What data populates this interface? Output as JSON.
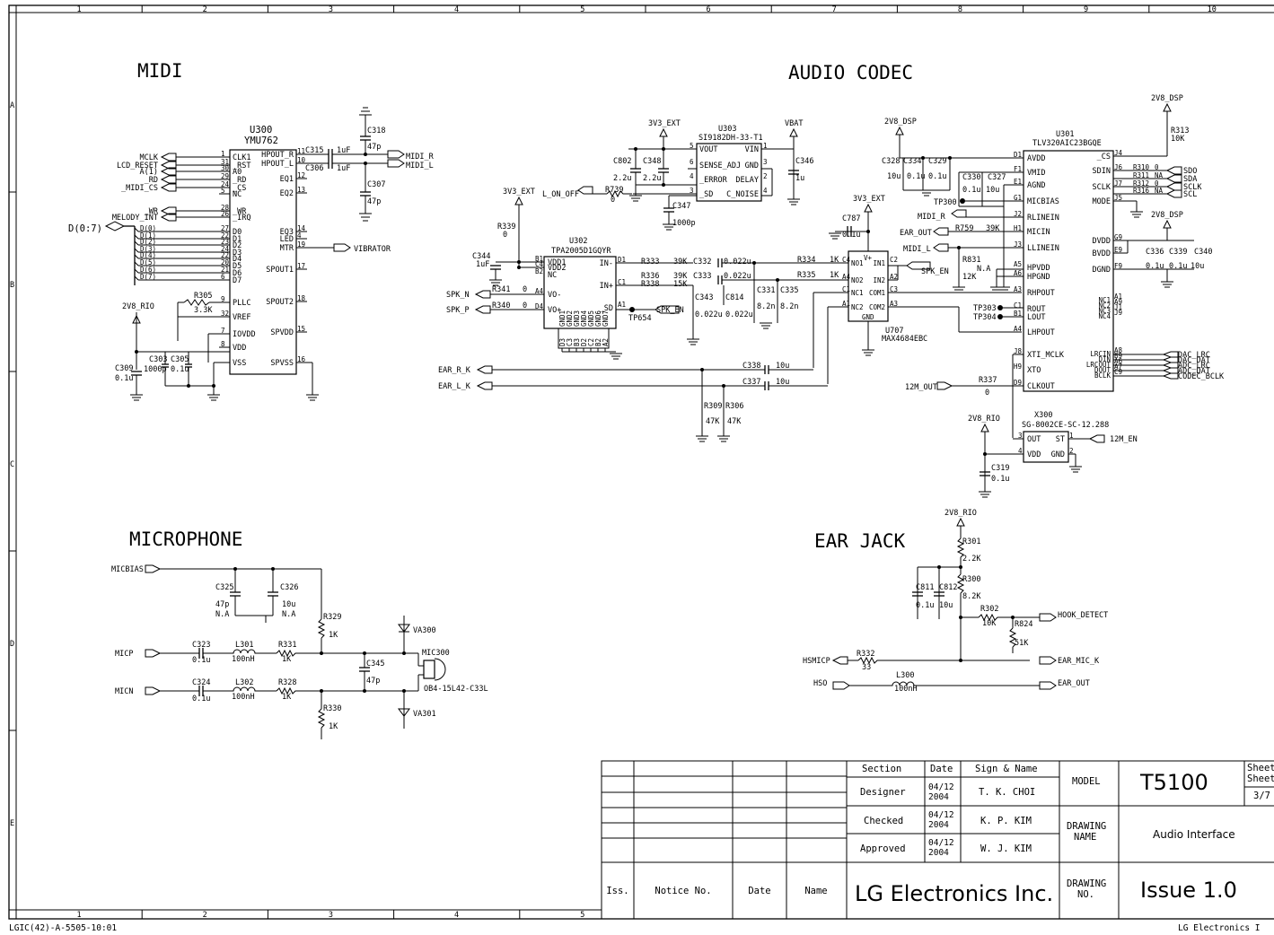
{
  "border": {
    "cols": [
      "1",
      "2",
      "3",
      "4",
      "5",
      "6",
      "7",
      "8",
      "9",
      "10"
    ],
    "rows": [
      "A",
      "B",
      "C",
      "D",
      "E"
    ],
    "left_ref": "LGIC(42)-A-5505-10:01",
    "right_ref": "LG Electronics I"
  },
  "sections": {
    "midi": "MIDI",
    "codec": "AUDIO CODEC",
    "mic": "MICROPHONE",
    "ear": "EAR JACK"
  },
  "midi": {
    "ref": "U300",
    "part": "YMU762",
    "pins_left": [
      "CLK1",
      "_RST",
      "A0",
      "_RD",
      "_CS",
      "NC",
      "_WR",
      "_IRQ",
      "D0",
      "D1",
      "D2",
      "D3",
      "D4",
      "D5",
      "D6",
      "D7",
      "PLLC",
      "VREF",
      "IOVDD",
      "VDD",
      "VSS"
    ],
    "pin_nums_left": [
      "1",
      "31",
      "30",
      "29",
      "24",
      "5",
      "28",
      "26",
      "27",
      "22",
      "23",
      "24",
      "22",
      "20",
      "21",
      "6",
      "9",
      "32",
      "7",
      "8"
    ],
    "pins_right": [
      "HPOUT_R",
      "HPOUT_L",
      "EQ1",
      "EQ2",
      "EQ3",
      "LED",
      "MTR",
      "SPOUT1",
      "SPOUT2",
      "SPVDD",
      "SPVSS"
    ],
    "pin_nums_right": [
      "11",
      "10",
      "12",
      "13",
      "14",
      "4",
      "19",
      "17",
      "18",
      "15",
      "16"
    ],
    "nets_in": [
      "MCLK",
      "LCD_RESET",
      "A(1)",
      "_RD",
      "_MIDI_CS",
      "_WR",
      "MELODY_INT"
    ],
    "data_bus": "D(0:7)",
    "bus_bits": [
      "D(0)",
      "D(1)",
      "D(2)",
      "D(3)",
      "D(4)",
      "D(5)",
      "D(6)",
      "D(7)"
    ],
    "supply": "2V8_RIO",
    "r305": {
      "ref": "R305",
      "val": "3.3K"
    },
    "c309": {
      "ref": "C309",
      "val": "0.1u"
    },
    "c303": {
      "ref": "C303",
      "val": "1000p"
    },
    "c305": {
      "ref": "C305",
      "val": "0.1u"
    },
    "c315": {
      "ref": "C315",
      "val": "1uF"
    },
    "c306": {
      "ref": "C306",
      "val": "1uF"
    },
    "c318": {
      "ref": "C318",
      "val": "47p"
    },
    "c307": {
      "ref": "C307",
      "val": "47p"
    },
    "midi_r": "MIDI_R",
    "midi_l": "MIDI_L",
    "vibrator": "VIBRATOR"
  },
  "codec": {
    "u303_ref": "U303",
    "u303_part": "SI9182DH-33-T1",
    "u303_pins": [
      "VOUT",
      "VIN",
      "SENSE_ADJ",
      "GND",
      "_ERROR",
      "DELAY",
      "_SD",
      "C_NOISE"
    ],
    "u303_nums": [
      "5",
      "1",
      "6",
      "3",
      "4",
      "2",
      "3",
      "4"
    ],
    "v3v3": "3V3_EXT",
    "vbat": "VBAT",
    "c802": {
      "ref": "C802",
      "val": "2.2u"
    },
    "c348": {
      "ref": "C348",
      "val": "2.2u"
    },
    "c347": {
      "ref": "C347",
      "val": "1000p"
    },
    "c346": {
      "ref": "C346",
      "val": "1u"
    },
    "l_on_off": "L_ON_OFF",
    "r739": {
      "ref": "R739",
      "val": "0"
    },
    "u302_ref": "U302",
    "u302_part": "TPA2005D1GQYR",
    "u302_pins_l": [
      "VDD1",
      "VDD2",
      "NC",
      "VO-",
      "VO+"
    ],
    "u302_nums_l": [
      "B1",
      "C4",
      "B2",
      "A4",
      "D4"
    ],
    "u302_pins_r": [
      "IN-",
      "IN+",
      "_SD"
    ],
    "u302_nums_r": [
      "D1",
      "C1",
      "A1"
    ],
    "u302_gnd": [
      "GND1",
      "GND2",
      "GND3",
      "GND4",
      "GND5",
      "GND6",
      "GND7"
    ],
    "u302_gnd_nums": [
      "D3",
      "C3",
      "B3",
      "D2",
      "C2",
      "B2",
      "A2"
    ],
    "r339": {
      "ref": "R339",
      "val": "0"
    },
    "c344": {
      "ref": "C344",
      "val": "1uF"
    },
    "spk_n": "SPK_N",
    "spk_p": "SPK_P",
    "r341": {
      "ref": "R341",
      "val": "0"
    },
    "r340": {
      "ref": "R340",
      "val": "0"
    },
    "tp654": "TP654",
    "spk_en": "SPK_EN",
    "r333": {
      "ref": "R333",
      "val": "39K"
    },
    "r336": {
      "ref": "R336",
      "val": "39K"
    },
    "r338": {
      "ref": "R338",
      "val": "15K"
    },
    "c332": {
      "ref": "C332",
      "val": "0.022u"
    },
    "c333": {
      "ref": "C333",
      "val": "0.022u"
    },
    "c343": {
      "ref": "C343",
      "val": "0.022u"
    },
    "c814": {
      "ref": "C814",
      "val": "0.022u"
    },
    "c331": {
      "ref": "C331",
      "val": "8.2n"
    },
    "c335": {
      "ref": "C335",
      "val": "8.2n"
    },
    "r334": {
      "ref": "R334",
      "val": "1K"
    },
    "r335": {
      "ref": "R335",
      "val": "1K"
    },
    "u707_ref": "U707",
    "u707_part": "MAX4684EBC",
    "u707_pins_l": [
      "NO1",
      "NO2",
      "NC1",
      "NC2"
    ],
    "u707_nums_l": [
      "C4",
      "A4",
      "C1",
      "A1"
    ],
    "u707_pins_r": [
      "IN1",
      "IN2",
      "COM1",
      "COM2"
    ],
    "u707_nums_r": [
      "C2",
      "A2",
      "C3",
      "A3"
    ],
    "u707_v": "V+",
    "u707_g": "GND",
    "c787": {
      "ref": "C787",
      "val": "0.1u"
    },
    "v3v3b": "3V3_EXT",
    "v2v8dsp": "2V8_DSP",
    "c328": {
      "ref": "C328",
      "val": "10u"
    },
    "c334": {
      "ref": "C334",
      "val": "0.1u"
    },
    "c329": {
      "ref": "C329",
      "val": "0.1u"
    },
    "c330": {
      "ref": "C330",
      "val": "0.1u"
    },
    "c327": {
      "ref": "C327",
      "val": "10u"
    },
    "tp300": "TP300",
    "midi_r_in": "MIDI_R",
    "ear_out_in": "EAR_OUT",
    "midi_l_in": "MIDI_L",
    "r759": {
      "ref": "R759",
      "val": "39K"
    },
    "r831": {
      "ref": "R831",
      "val": "12K"
    },
    "na": "N.A",
    "tp303": "TP303",
    "tp304": "TP304",
    "u301_ref": "U301",
    "u301_part": "TLV320AIC23BGQE",
    "u301_pins_l": [
      "AVDD",
      "VMID",
      "AGND",
      "MICBIAS",
      "RLINEIN",
      "MICIN",
      "LLINEIN",
      "HPVDD",
      "HPGND",
      "RHPOUT",
      "ROUT",
      "LOUT",
      "LHPOUT",
      "XTI_MCLK",
      "XTO",
      "CLKOUT"
    ],
    "u301_nums_l": [
      "D1",
      "F1",
      "E1",
      "G1",
      "J2",
      "H1",
      "J3",
      "A5",
      "A6",
      "A3",
      "C1",
      "B1",
      "A4",
      "J8",
      "H9",
      "D9"
    ],
    "u301_pins_r": [
      "_CS",
      "SDIN",
      "SCLK",
      "MODE",
      "DVDD",
      "BVDD",
      "DGND",
      "NC1",
      "NC2",
      "NC3",
      "NC4",
      "LRCIN",
      "DIN",
      "LRCOUT",
      "DOUT",
      "BCLK"
    ],
    "u301_nums_r": [
      "J4",
      "J6",
      "J7",
      "J5",
      "G9",
      "E9",
      "F9",
      "A1",
      "A9",
      "J1",
      "J9",
      "A8",
      "B9",
      "A6",
      "A7",
      "C9"
    ],
    "r313": {
      "ref": "R313",
      "val": "10K"
    },
    "sdo": "SDO",
    "sda": "SDA",
    "sclk": "SCLK",
    "scl": "SCL",
    "r310": {
      "ref": "R310",
      "val": "0"
    },
    "r311": {
      "ref": "R311",
      "val": "NA"
    },
    "r312": {
      "ref": "R312",
      "val": "0"
    },
    "r316": {
      "ref": "R316",
      "val": "NA"
    },
    "c336": {
      "ref": "C336",
      "val": "0.1u"
    },
    "c339": {
      "ref": "C339",
      "val": "0.1u"
    },
    "c340": {
      "ref": "C340",
      "val": "10u"
    },
    "dac_lrc": "DAC_LRC",
    "dac_dat": "DAC_DAT",
    "adc_lrc": "ADC_LRC",
    "adc_dat": "ADC_DAT",
    "codec_bclk": "CODEC_BCLK",
    "ear_r_k": "EAR_R_K",
    "ear_l_k": "EAR_L_K",
    "c338": {
      "ref": "C338",
      "val": "10u"
    },
    "c337": {
      "ref": "C337",
      "val": "10u"
    },
    "r309": {
      "ref": "R309",
      "val": "47K"
    },
    "r306": {
      "ref": "R306",
      "val": "47K"
    },
    "m12_out": "12M_OUT",
    "r337": {
      "ref": "R337",
      "val": "0"
    },
    "v2v8rio": "2V8_RIO",
    "x300_ref": "X300",
    "x300_part": "SG-8002CE-SC-12.288",
    "x300_pins": [
      "OUT",
      "ST",
      "VDD",
      "GND"
    ],
    "x300_nums": [
      "3",
      "1",
      "4",
      "2"
    ],
    "m12_en": "12M_EN",
    "c319": {
      "ref": "C319",
      "val": "0.1u"
    }
  },
  "mic": {
    "micbias": "MICBIAS",
    "c325": {
      "ref": "C325",
      "val": "47p",
      "val2": "N.A"
    },
    "c326": {
      "ref": "C326",
      "val": "10u",
      "val2": "N.A"
    },
    "r329": {
      "ref": "R329",
      "val": "1K"
    },
    "micp": "MICP",
    "micn": "MICN",
    "c323": {
      "ref": "C323",
      "val": "0.1u"
    },
    "c324": {
      "ref": "C324",
      "val": "0.1u"
    },
    "l301": {
      "ref": "L301",
      "val": "100nH"
    },
    "l302": {
      "ref": "L302",
      "val": "100nH"
    },
    "r331": {
      "ref": "R331",
      "val": "1K"
    },
    "r328": {
      "ref": "R328",
      "val": "1K"
    },
    "c345": {
      "ref": "C345",
      "val": "47p"
    },
    "r330": {
      "ref": "R330",
      "val": "1K"
    },
    "va300": "VA300",
    "va301": "VA301",
    "mic300": "MIC300",
    "mic_part": "OB4-15L42-C33L"
  },
  "ear": {
    "supply": "2V8_RIO",
    "r301": {
      "ref": "R301",
      "val": "2.2K"
    },
    "r300": {
      "ref": "R300",
      "val": "8.2K"
    },
    "c811": {
      "ref": "C811",
      "val": "0.1u"
    },
    "c812": {
      "ref": "C812",
      "val": "10u"
    },
    "r302": {
      "ref": "R302",
      "val": "10K"
    },
    "r824": {
      "ref": "R824",
      "val": "51K"
    },
    "hook": "HOOK_DETECT",
    "hsmicp": "HSMICP",
    "r332": {
      "ref": "R332",
      "val": "33"
    },
    "ear_mic_k": "EAR_MIC_K",
    "hso": "HSO",
    "l300": {
      "ref": "L300",
      "val": "100nH"
    },
    "ear_out": "EAR_OUT"
  },
  "title_block": {
    "section": "Section",
    "date": "Date",
    "sign": "Sign & Name",
    "designer": "Designer",
    "designer_date": "04/12\n2004",
    "designer_name": "T. K. CHOI",
    "checked": "Checked",
    "checked_date": "04/12\n2004",
    "checked_name": "K. P. KIM",
    "approved": "Approved",
    "approved_date": "04/12\n2004",
    "approved_name": "W. J. KIM",
    "model_label": "MODEL",
    "model": "T5100",
    "drawing_name_label": "DRAWING\nNAME",
    "drawing_name": "Audio Interface",
    "drawing_no_label": "DRAWING\nNO.",
    "issue": "Issue 1.0",
    "sheet1": "Sheet",
    "sheet2": "Sheet",
    "sheet_no": "3/7",
    "company": "LG Electronics Inc.",
    "rev_headers": [
      "Iss.",
      "Notice No.",
      "Date",
      "Name"
    ]
  }
}
